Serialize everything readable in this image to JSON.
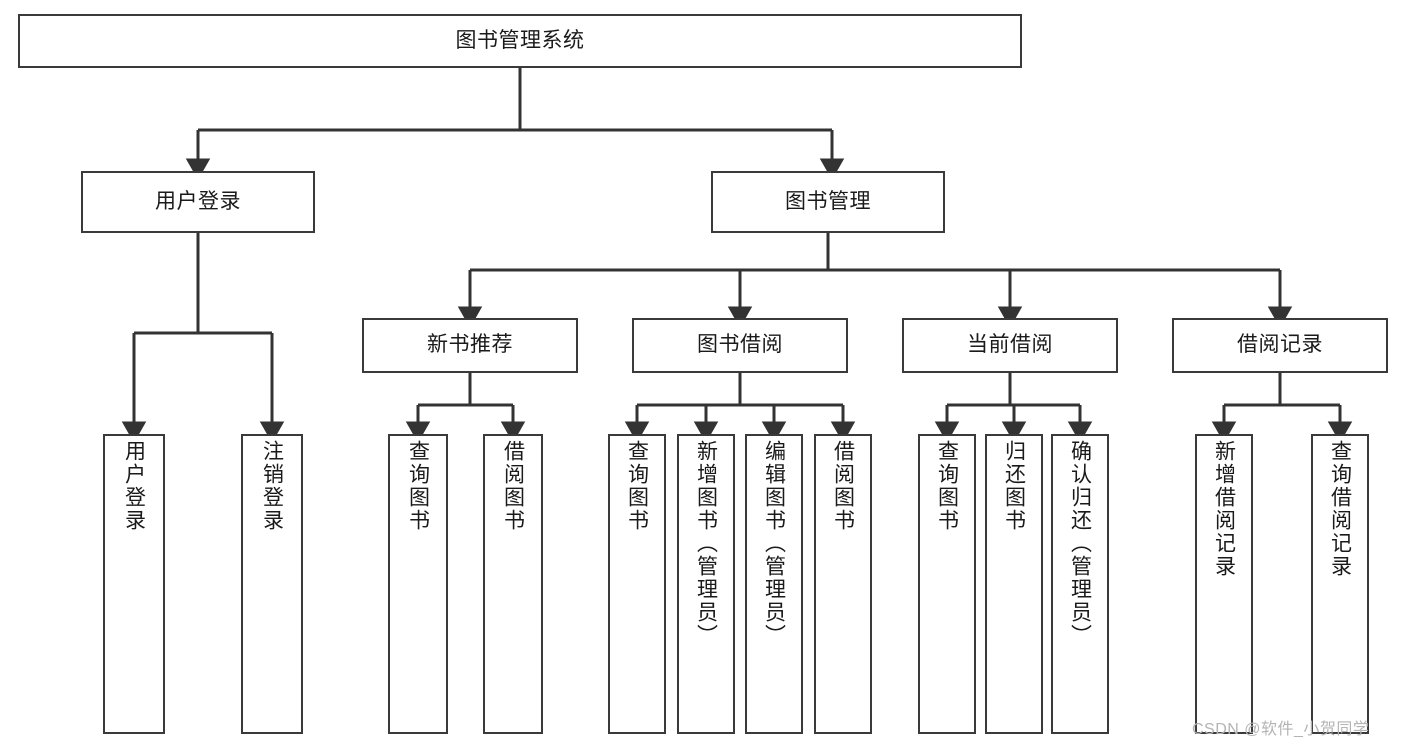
{
  "diagram": {
    "title": "图书管理系统",
    "type": "tree-hierarchy-diagram",
    "root": {
      "id": "root",
      "label": "图书管理系统"
    },
    "level2": [
      {
        "id": "user-login",
        "label": "用户登录"
      },
      {
        "id": "book-manage",
        "label": "图书管理"
      }
    ],
    "level3": [
      {
        "id": "new-book-rec",
        "label": "新书推荐"
      },
      {
        "id": "book-borrow",
        "label": "图书借阅"
      },
      {
        "id": "current-borrow",
        "label": "当前借阅"
      },
      {
        "id": "borrow-record",
        "label": "借阅记录"
      }
    ],
    "leaves": [
      {
        "id": "leaf-user-login",
        "label": "用户登录"
      },
      {
        "id": "leaf-logout-login",
        "label": "注销登录"
      },
      {
        "id": "leaf-query-book-1",
        "label": "查询图书"
      },
      {
        "id": "leaf-borrow-book-1",
        "label": "借阅图书"
      },
      {
        "id": "leaf-query-book-2",
        "label": "查询图书"
      },
      {
        "id": "leaf-add-book",
        "label": "新增图书（管理员）"
      },
      {
        "id": "leaf-edit-book",
        "label": "编辑图书（管理员）"
      },
      {
        "id": "leaf-borrow-book-2",
        "label": "借阅图书"
      },
      {
        "id": "leaf-query-book-3",
        "label": "查询图书"
      },
      {
        "id": "leaf-return-book",
        "label": "归还图书"
      },
      {
        "id": "leaf-confirm-return",
        "label": "确认归还（管理员）"
      },
      {
        "id": "leaf-add-record",
        "label": "新增借阅记录"
      },
      {
        "id": "leaf-query-record",
        "label": "查询借阅记录"
      }
    ],
    "colors": {
      "border": "#3a3a3a",
      "background": "#ffffff",
      "text": "#1a1a1a",
      "edge": "#333333",
      "watermark": "#b4b4b4"
    }
  },
  "watermark": {
    "text": "CSDN @软件_小贺同学"
  }
}
